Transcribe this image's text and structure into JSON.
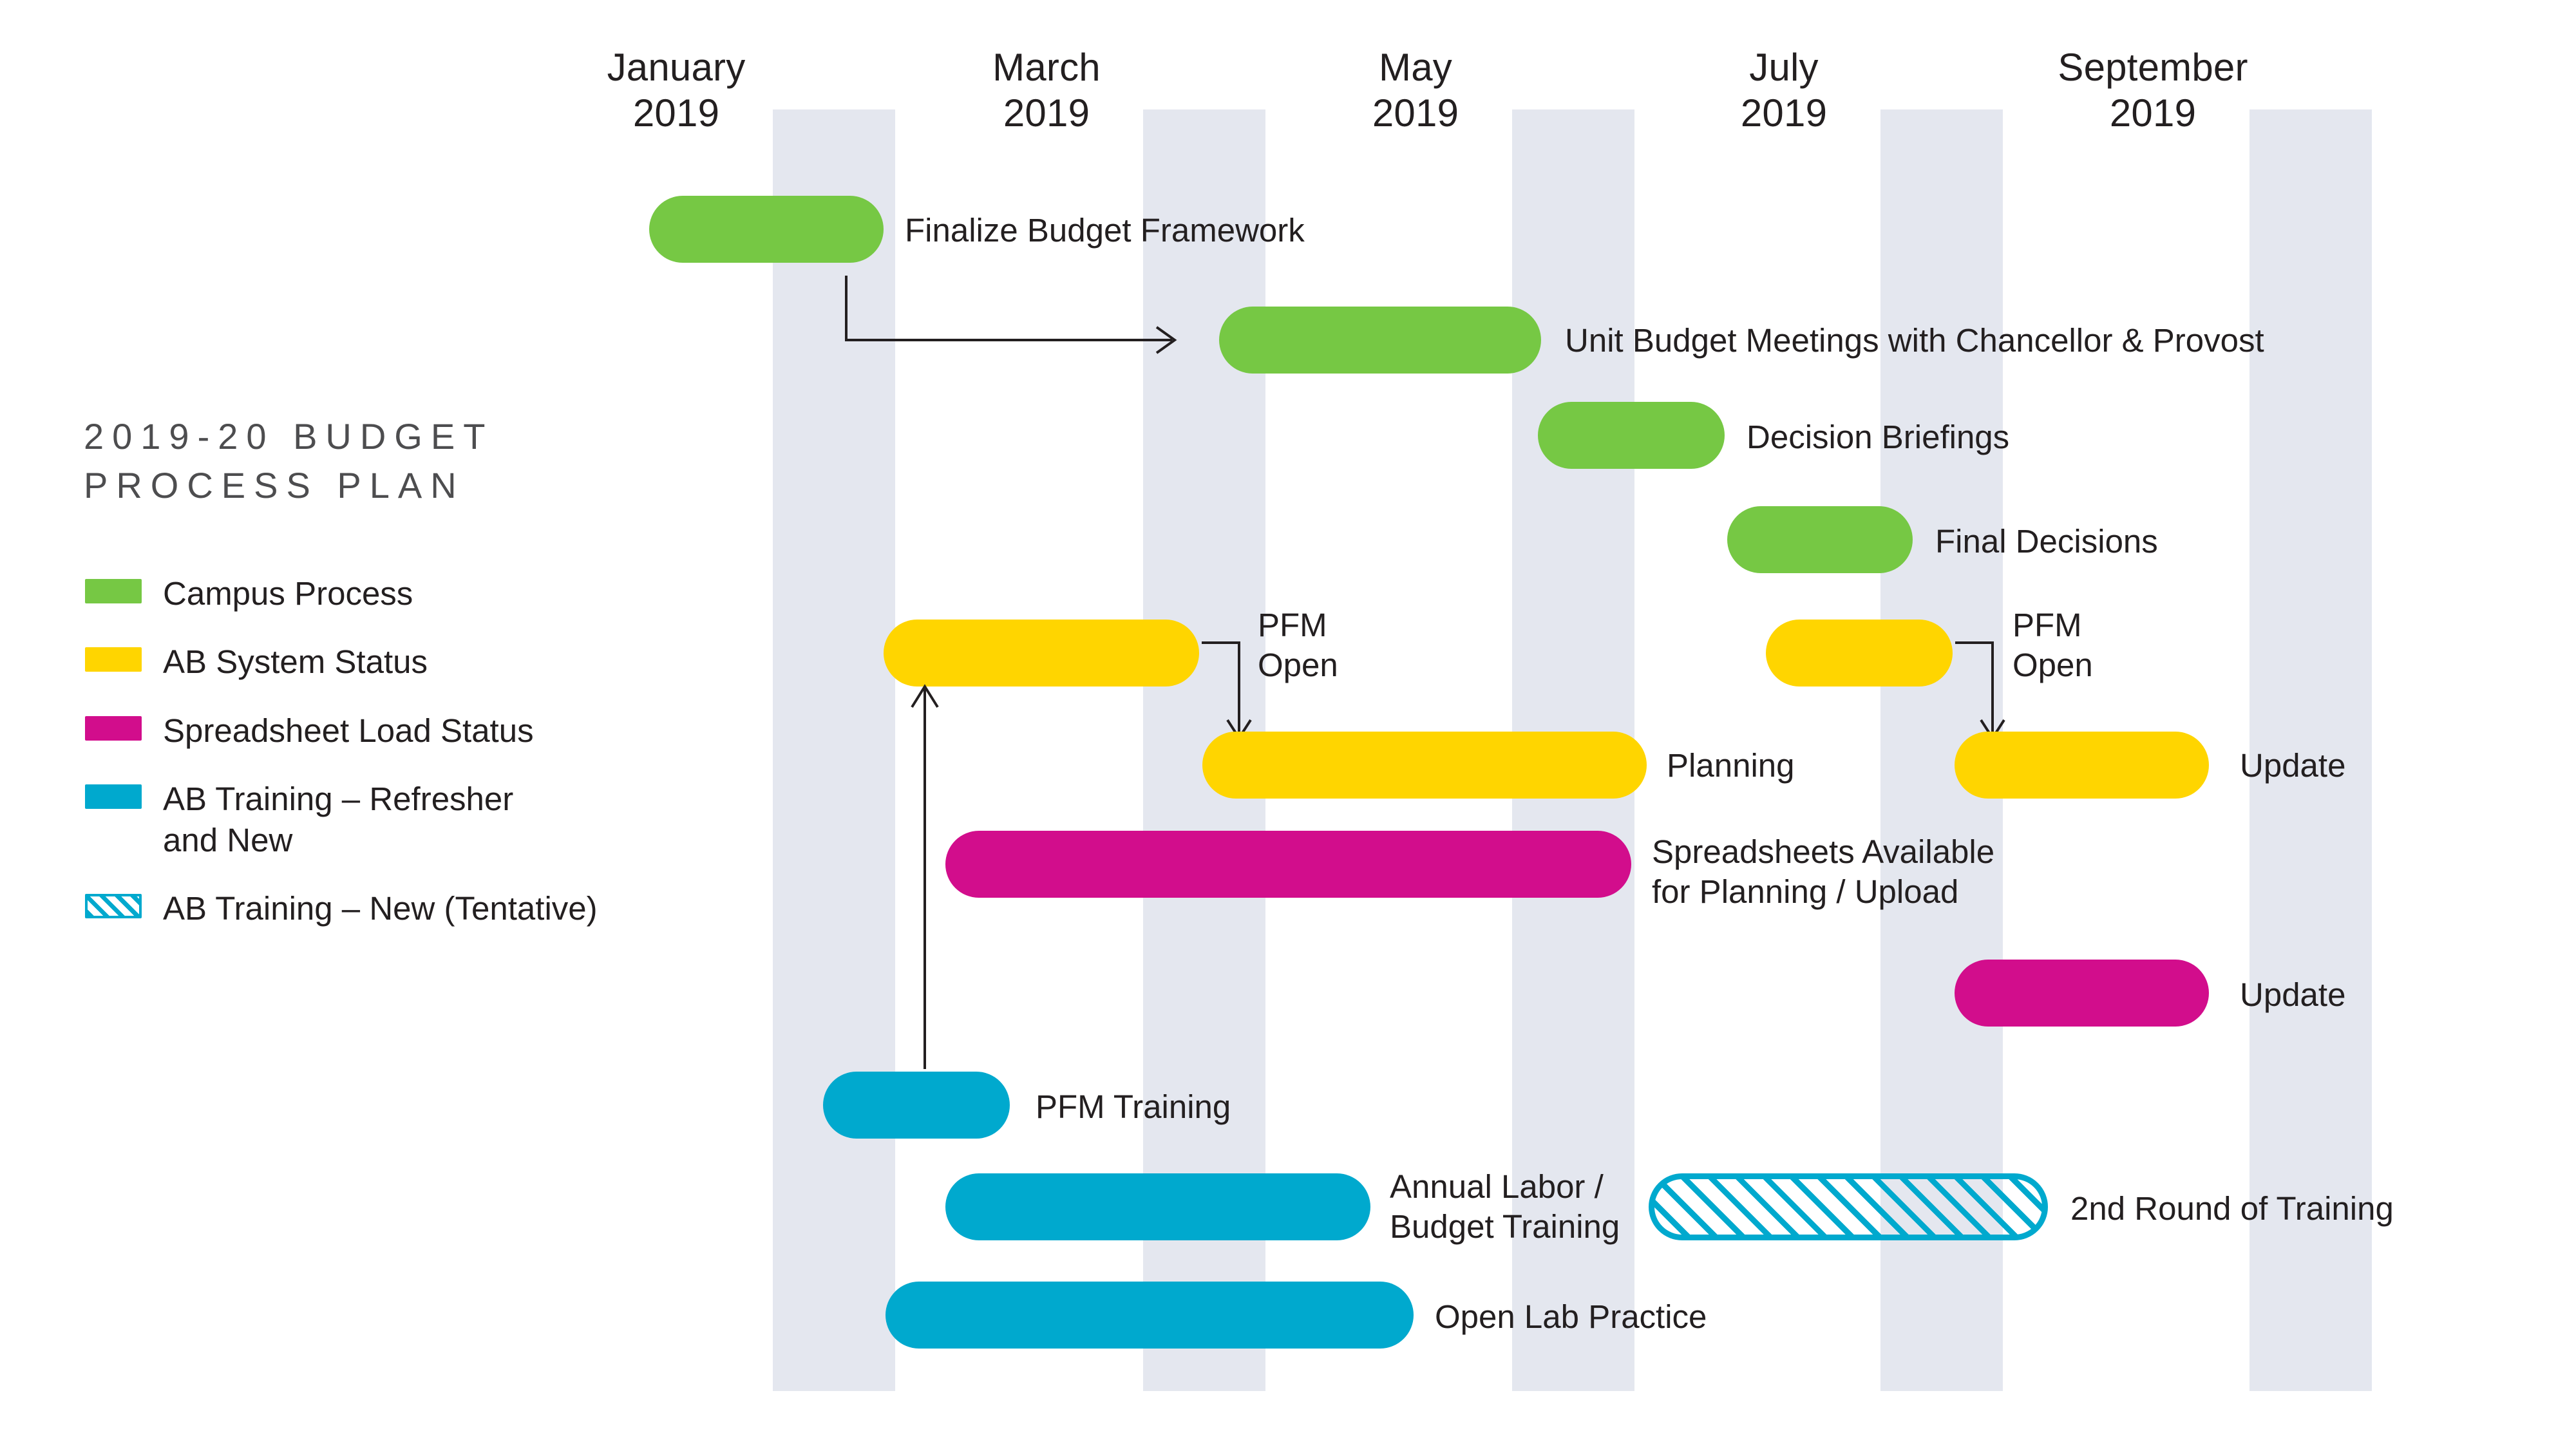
{
  "title": {
    "line1": "2019-20 BUDGET",
    "line2": "PROCESS PLAN"
  },
  "colors": {
    "campus_process": "#76c844",
    "ab_system_status": "#ffd500",
    "spreadsheet_load_status": "#d20d8c",
    "ab_training": "#00a9ce",
    "band": "#e4e7ef",
    "text": "#231f20"
  },
  "timeline": {
    "months": [
      {
        "name": "January",
        "year": "2019",
        "label": "January\n2019"
      },
      {
        "name": "March",
        "year": "2019",
        "label": "March\n2019"
      },
      {
        "name": "May",
        "year": "2019",
        "label": "May\n2019"
      },
      {
        "name": "July",
        "year": "2019",
        "label": "July\n2019"
      },
      {
        "name": "September",
        "year": "2019",
        "label": "September\n2019"
      }
    ]
  },
  "legend": {
    "items": [
      {
        "label": "Campus Process",
        "color": "#76c844",
        "style": "solid"
      },
      {
        "label": "AB System Status",
        "color": "#ffd500",
        "style": "solid"
      },
      {
        "label": "Spreadsheet Load Status",
        "color": "#d20d8c",
        "style": "solid"
      },
      {
        "label": "AB Training  – Refresher\nand New",
        "color": "#00a9ce",
        "style": "solid"
      },
      {
        "label": "AB Training – New (Tentative)",
        "color": "#00a9ce",
        "style": "hatched"
      }
    ]
  },
  "chart_data": {
    "type": "bar",
    "title": "2019-20 BUDGET PROCESS PLAN",
    "xlabel": "",
    "ylabel": "",
    "axis_ticks": [
      "January 2019",
      "March 2019",
      "May 2019",
      "July 2019",
      "September 2019"
    ],
    "tasks": [
      {
        "label": "Finalize Budget Framework",
        "category": "Campus Process",
        "color": "#76c844",
        "start": "January 2019",
        "end": "February 2019",
        "row": 1
      },
      {
        "label": "Unit Budget Meetings with Chancellor & Provost",
        "category": "Campus Process",
        "color": "#76c844",
        "start": "April 2019",
        "end": "May 2019",
        "row": 2
      },
      {
        "label": "Decision Briefings",
        "category": "Campus Process",
        "color": "#76c844",
        "start": "May 2019",
        "end": "June 2019",
        "row": 3
      },
      {
        "label": "Final Decisions",
        "category": "Campus Process",
        "color": "#76c844",
        "start": "June 2019",
        "end": "July 2019",
        "row": 4
      },
      {
        "label": "PFM\nOpen",
        "category": "AB System Status",
        "color": "#ffd500",
        "start": "February 2019",
        "end": "March 2019",
        "row": 5
      },
      {
        "label": "Planning",
        "category": "AB System Status",
        "color": "#ffd500",
        "start": "March 2019",
        "end": "May 2019",
        "row": 6
      },
      {
        "label": "PFM\nOpen",
        "category": "AB System Status",
        "color": "#ffd500",
        "start": "July 2019",
        "end": "July 2019",
        "row": 5
      },
      {
        "label": "Update",
        "category": "AB System Status",
        "color": "#ffd500",
        "start": "August 2019",
        "end": "September 2019",
        "row": 6
      },
      {
        "label": "Spreadsheets Available\nfor Planning / Upload",
        "category": "Spreadsheet Load Status",
        "color": "#d20d8c",
        "start": "March 2019",
        "end": "June 2019",
        "row": 7
      },
      {
        "label": "Update",
        "category": "Spreadsheet Load Status",
        "color": "#d20d8c",
        "start": "August 2019",
        "end": "September 2019",
        "row": 8
      },
      {
        "label": "PFM Training",
        "category": "AB Training – Refresher and New",
        "color": "#00a9ce",
        "start": "February 2019",
        "end": "March 2019",
        "row": 9
      },
      {
        "label": "Annual Labor /\nBudget Training",
        "category": "AB Training – Refresher and New",
        "color": "#00a9ce",
        "start": "March 2019",
        "end": "April 2019",
        "row": 10
      },
      {
        "label": "2nd Round of Training",
        "category": "AB Training – New (Tentative)",
        "color": "#00a9ce",
        "start": "June 2019",
        "end": "August 2019",
        "row": 10,
        "style": "hatched"
      },
      {
        "label": "Open Lab Practice",
        "category": "AB Training – Refresher and New",
        "color": "#00a9ce",
        "start": "February 2019",
        "end": "April 2019",
        "row": 11
      }
    ],
    "connectors": [
      {
        "from": "Finalize Budget Framework",
        "to": "Unit Budget Meetings with Chancellor & Provost",
        "type": "elbow-right"
      },
      {
        "from": "PFM Open (spring)",
        "to": "Planning",
        "type": "elbow-down"
      },
      {
        "from": "PFM Open (summer)",
        "to": "Update",
        "type": "elbow-down"
      },
      {
        "from": "PFM Training",
        "to": "PFM Open (spring)",
        "type": "arrow-up"
      }
    ]
  },
  "bars": {
    "finalize_budget_framework": "Finalize Budget Framework",
    "unit_budget_meetings": "Unit Budget Meetings with Chancellor & Provost",
    "decision_briefings": "Decision Briefings",
    "final_decisions": "Final Decisions",
    "pfm_open_1": "PFM\nOpen",
    "planning": "Planning",
    "pfm_open_2": "PFM\nOpen",
    "ab_update": "Update",
    "spreadsheets_available": "Spreadsheets Available\nfor Planning / Upload",
    "spreadsheet_update": "Update",
    "pfm_training": "PFM Training",
    "annual_labor_budget_training": "Annual Labor /\nBudget Training",
    "second_round_training": "2nd Round of Training",
    "open_lab_practice": "Open Lab Practice"
  }
}
